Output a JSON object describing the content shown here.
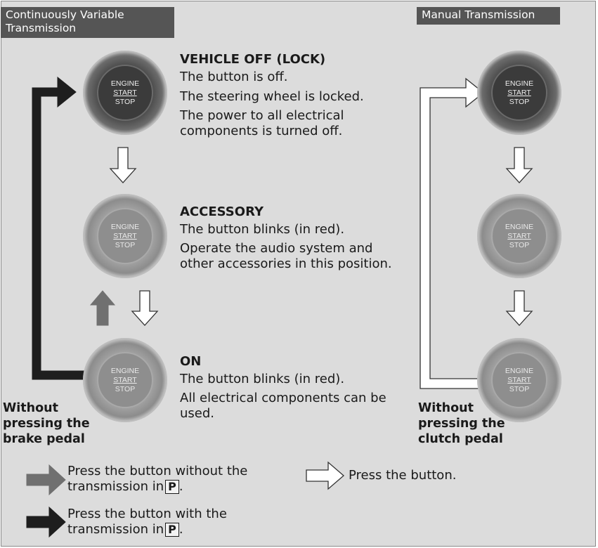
{
  "headers": {
    "cvt_line1": "Continuously Variable",
    "cvt_line2": "Transmission",
    "manual": "Manual Transmission"
  },
  "button_labels": {
    "line1": "ENGINE",
    "line2": "START",
    "line3": "STOP"
  },
  "modes": [
    {
      "title": "VEHICLE OFF (LOCK)",
      "lines": [
        "The button is off.",
        "The steering wheel is locked.",
        "The power to all electrical",
        "components is turned off."
      ]
    },
    {
      "title": "ACCESSORY",
      "lines": [
        "The button blinks (in red).",
        "Operate the audio system and",
        "other accessories in this position."
      ]
    },
    {
      "title": "ON",
      "lines": [
        "The button blinks (in red).",
        "All electrical components can be",
        "used."
      ]
    }
  ],
  "notes": {
    "brake": [
      "Without",
      "pressing the",
      "brake pedal"
    ],
    "clutch": [
      "Without",
      "pressing the",
      "clutch pedal"
    ]
  },
  "legend": {
    "gray_line1": "Press the button without the",
    "gray_line2": "transmission in",
    "white": "Press the button.",
    "black_line1": "Press the button with the",
    "black_line2": "transmission in",
    "p": "P",
    "period": "."
  },
  "colors": {
    "panel": "#dcdcdc",
    "header": "#555555",
    "arrow_dark": "#1e1e1e",
    "arrow_gray": "#707070",
    "arrow_white": "#ffffff"
  }
}
